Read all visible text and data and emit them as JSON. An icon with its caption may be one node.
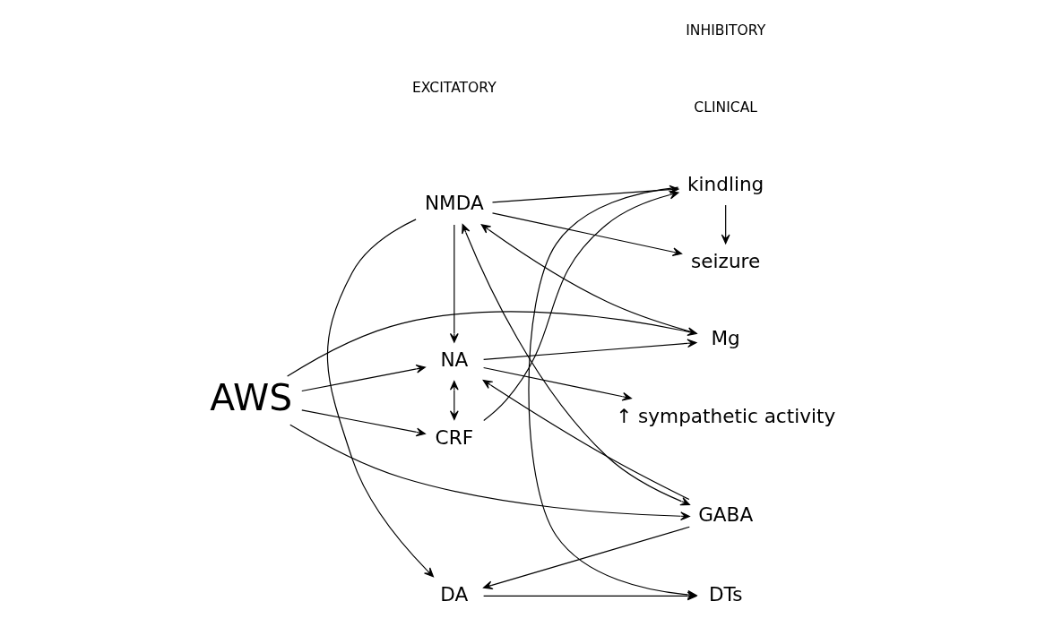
{
  "diagram": {
    "nodes": [
      {
        "text": [
          "DA"
        ]
      },
      {
        "text": [
          "DTs"
        ]
      },
      {
        "text": [
          "GABA"
        ]
      },
      {
        "text": [
          "NMDA"
        ]
      },
      {
        "text": [
          "seizure"
        ]
      },
      {
        "text": [
          "Mg"
        ]
      },
      {
        "text": [
          "kindling"
        ]
      },
      {
        "text": [
          "AWS"
        ]
      },
      {
        "text": [
          "NA"
        ]
      },
      {
        "text": [
          "↑ sympathetic activity"
        ]
      },
      {
        "text": [
          "CRF"
        ]
      }
    ],
    "edges": [
      {
        "from": 7,
        "to": 2,
        "arrow": "to"
      },
      {
        "from": 7,
        "to": 5,
        "arrow": "to"
      },
      {
        "from": 7,
        "to": 8,
        "arrow": "to"
      },
      {
        "from": 7,
        "to": 10,
        "arrow": "to"
      },
      {
        "from": 2,
        "to": 0,
        "arrow": "to"
      },
      {
        "from": 2,
        "to": 3,
        "arrow": "both"
      },
      {
        "from": 2,
        "to": 8,
        "arrow": "to"
      },
      {
        "from": 5,
        "to": 3,
        "arrow": "to"
      },
      {
        "from": 8,
        "to": 5,
        "arrow": "to"
      },
      {
        "from": 3,
        "to": 0,
        "arrow": "to"
      },
      {
        "from": 3,
        "to": 8,
        "arrow": "to"
      },
      {
        "from": 3,
        "to": 4,
        "arrow": "to"
      },
      {
        "from": 3,
        "to": 6,
        "arrow": "to"
      },
      {
        "from": 8,
        "to": 10,
        "arrow": "both"
      },
      {
        "from": 8,
        "to": 9,
        "arrow": "to"
      },
      {
        "from": 10,
        "to": 6,
        "arrow": "to"
      },
      {
        "from": 6,
        "to": 4,
        "arrow": "to"
      },
      {
        "from": 6,
        "to": 1,
        "arrow": "to"
      },
      {
        "from": 0,
        "to": 1,
        "arrow": "to"
      }
    ],
    "labels": [
      "INHIBITORY",
      "EXCITATORY",
      "CLINICAL"
    ]
  }
}
